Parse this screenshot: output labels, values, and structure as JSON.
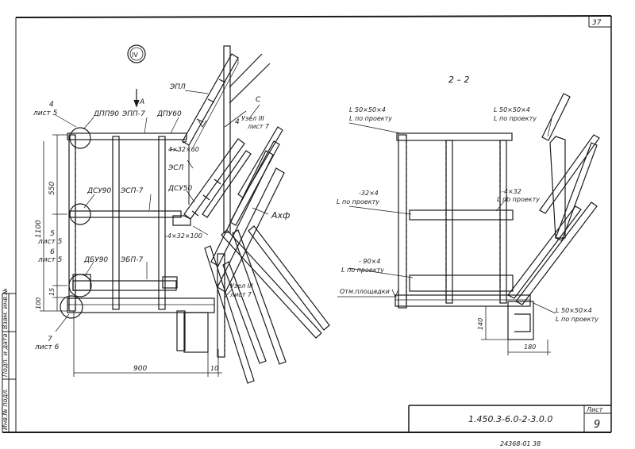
{
  "sheet": {
    "page_corner": "37",
    "doc_code": "1.450.3-6.0-2-3.0.0",
    "sheet_label": "Лист",
    "sheet_no": "9",
    "bottom_code": "24368-01   38",
    "side_labels": [
      "Инв.№ подл.",
      "Подп. и дата",
      "Взам. инв.№"
    ]
  },
  "left_view": {
    "marker": "IV",
    "arrow_label": "A",
    "labels": {
      "top_left_node": "4",
      "top_left_sheet": "лист 5",
      "dpp90": "ДПП90",
      "epp7": "ЭПП-7",
      "dpu60": "ДПУ60",
      "epl": "ЭПЛ",
      "c_mark": "C",
      "node_top_num": "4",
      "node_top": "Узел III",
      "node_top_sheet": "лист 7",
      "flat_4x32x60": "4×32×60",
      "esl": "ЭСЛ",
      "dsu50": "ДСУ50",
      "dsu90": "ДСУ90",
      "esp7": "ЭСП-7",
      "axf": "Аxф",
      "flat_4x32x100": "-4×32×100",
      "mid_node": "5",
      "mid_sheet": "лист 5",
      "low_node": "6",
      "low_sheet": "лист 5",
      "dbu90": "ДБУ90",
      "ebp7": "ЭБП-7",
      "node_bottom": "Узел III",
      "node_bottom_sheet": "лист 7",
      "bottom_node": "7",
      "bottom_sheet": "лист 6"
    },
    "dimensions": {
      "d550": "550",
      "d1100": "1100",
      "d15": "15",
      "d100": "100",
      "d900": "900",
      "d10": "10"
    }
  },
  "right_view": {
    "title": "2 – 2",
    "labels": {
      "angle_top_left": "L 50×50×4",
      "angle_top_left_note": "L по проекту",
      "angle_top_right": "L 50×50×4",
      "angle_top_right_note": "L по проекту",
      "strip_32": "-32×4",
      "strip_32_note": "L по проекту",
      "strip_4_32": "-4×32",
      "strip_4_32_note": "L по проекту",
      "strip_90": "- 90×4",
      "strip_90_note": "L по проекту",
      "platform_level": "Отм.площадки",
      "angle_bottom": "L 50×50×4",
      "angle_bottom_note": "L по проекту"
    },
    "dimensions": {
      "d140": "140",
      "d180": "180"
    }
  }
}
